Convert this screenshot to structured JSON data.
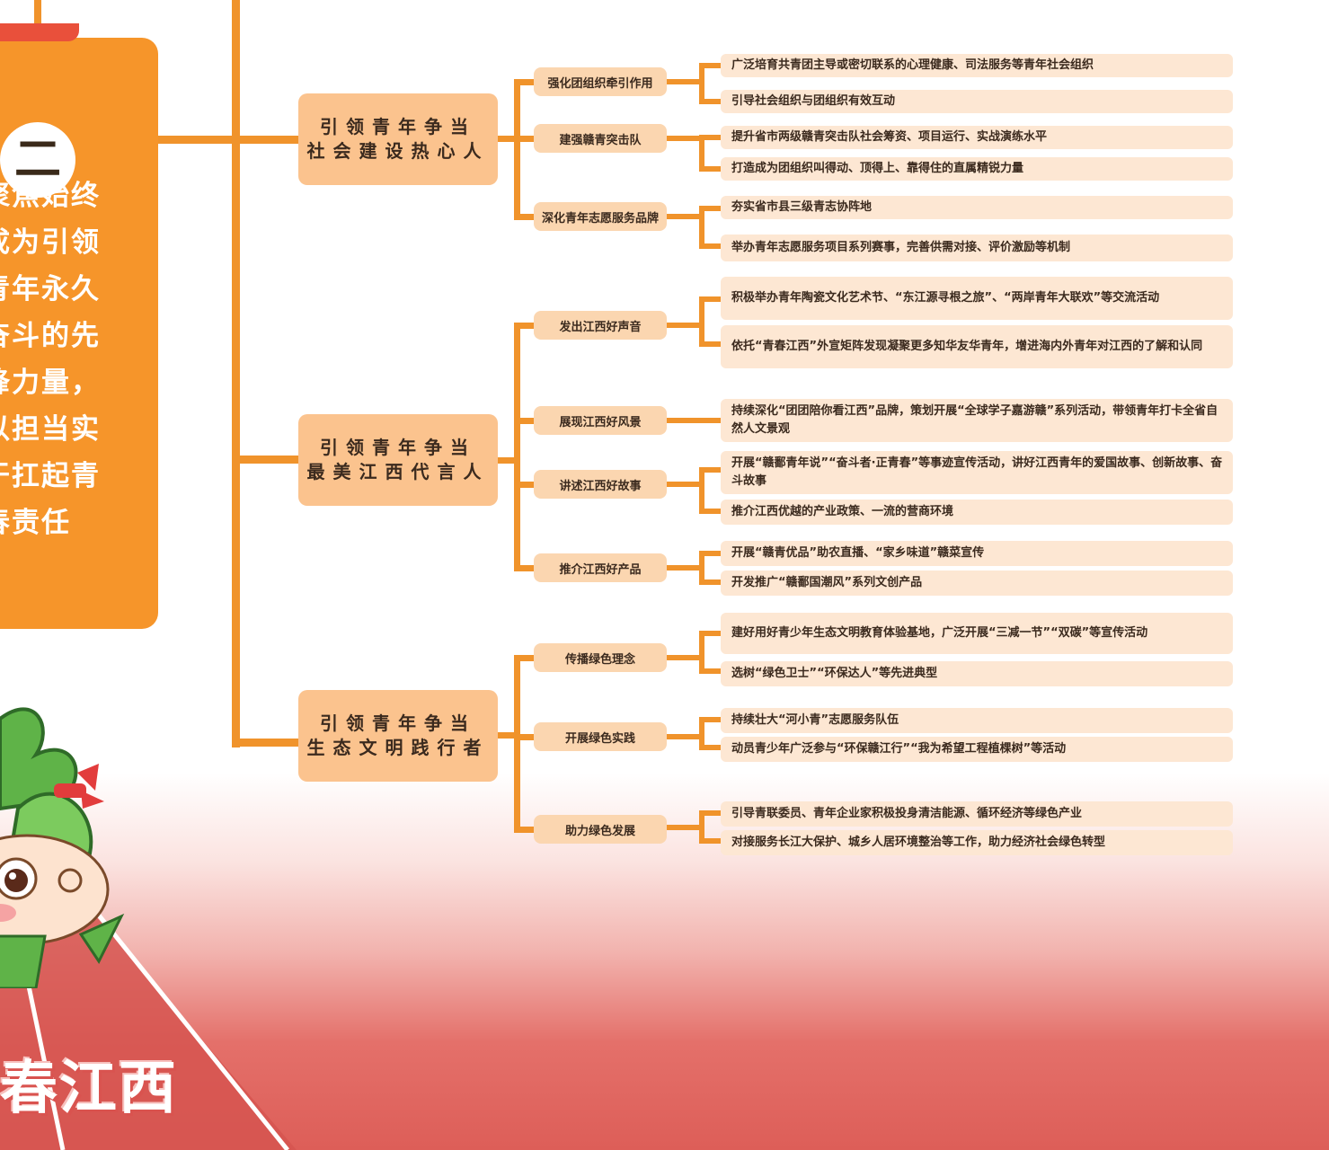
{
  "section": {
    "number_glyph": "二",
    "lines": [
      "聚焦始终",
      "成为引领",
      "青年永久",
      "奋斗的先",
      "锋力量，",
      "以担当实",
      "干扛起青",
      "春责任"
    ]
  },
  "branches": [
    {
      "title_lines": [
        "引领青年争当",
        "社会建设热心人"
      ],
      "subs": [
        {
          "label": "强化团组织牵引作用",
          "leaves": [
            "广泛培育共青团主导或密切联系的心理健康、司法服务等青年社会组织",
            "引导社会组织与团组织有效互动"
          ]
        },
        {
          "label": "建强赣青突击队",
          "leaves": [
            "提升省市两级赣青突击队社会筹资、项目运行、实战演练水平",
            "打造成为团组织叫得动、顶得上、靠得住的直属精锐力量"
          ]
        },
        {
          "label": "深化青年志愿服务品牌",
          "leaves": [
            "夯实省市县三级青志协阵地",
            "举办青年志愿服务项目系列赛事，完善供需对接、评价激励等机制"
          ]
        }
      ]
    },
    {
      "title_lines": [
        "引领青年争当",
        "最美江西代言人"
      ],
      "subs": [
        {
          "label": "发出江西好声音",
          "leaves": [
            "积极举办青年陶瓷文化艺术节、“东江源寻根之旅”、“两岸青年大联欢”等交流活动",
            "依托“青春江西”外宣矩阵发现凝聚更多知华友华青年，增进海内外青年对江西的了解和认同"
          ]
        },
        {
          "label": "展现江西好风景",
          "leaves": [
            "持续深化“团团陪你看江西”品牌，策划开展“全球学子嘉游赣”系列活动，带领青年打卡全省自然人文景观"
          ]
        },
        {
          "label": "讲述江西好故事",
          "leaves": [
            "开展“赣鄱青年说”“奋斗者·正青春”等事迹宣传活动，讲好江西青年的爱国故事、创新故事、奋斗故事",
            "推介江西优越的产业政策、一流的营商环境"
          ]
        },
        {
          "label": "推介江西好产品",
          "leaves": [
            "开展“赣青优品”助农直播、“家乡味道”赣菜宣传",
            "开发推广“赣鄱国潮风”系列文创产品"
          ]
        }
      ]
    },
    {
      "title_lines": [
        "引领青年争当",
        "生态文明践行者"
      ],
      "subs": [
        {
          "label": "传播绿色理念",
          "leaves": [
            "建好用好青少年生态文明教育体验基地，广泛开展“三减一节”“双碳”等宣传活动",
            "选树“绿色卫士”“环保达人”等先进典型"
          ]
        },
        {
          "label": "开展绿色实践",
          "leaves": [
            "持续壮大“河小青”志愿服务队伍",
            "动员青少年广泛参与“环保赣江行”“我为希望工程植棵树”等活动"
          ]
        },
        {
          "label": "助力绿色发展",
          "leaves": [
            "引导青联委员、青年企业家积极投身清洁能源、循环经济等绿色产业",
            "对接服务长江大保护、城乡人居环境整治等工作，助力经济社会绿色转型"
          ]
        }
      ]
    }
  ],
  "footer": {
    "title": "春江西"
  },
  "colors": {
    "accent": "#f0932b",
    "panel": "#f6952a",
    "main_box": "#fbc38e",
    "sub_box": "#fbd6b0",
    "leaf": "#fde7d3"
  }
}
